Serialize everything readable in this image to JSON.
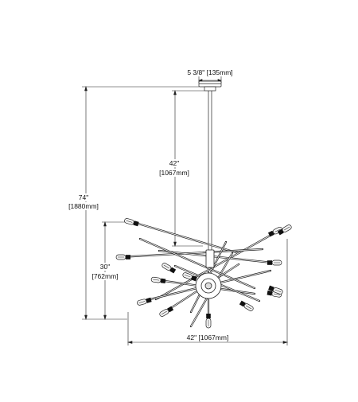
{
  "dimensions": {
    "canopy_width": "5 3/8\" [135mm]",
    "overall_height": {
      "in": "74\"",
      "mm": "[1880mm]"
    },
    "rod_length": {
      "in": "42\"",
      "mm": "[1067mm]"
    },
    "fixture_height": {
      "in": "30\"",
      "mm": "[762mm]"
    },
    "fixture_width": "42\" [1067mm]"
  },
  "colors": {
    "line": "#222222",
    "bulb_band": "#111111",
    "bulb_glass": "#f4f4f4"
  }
}
